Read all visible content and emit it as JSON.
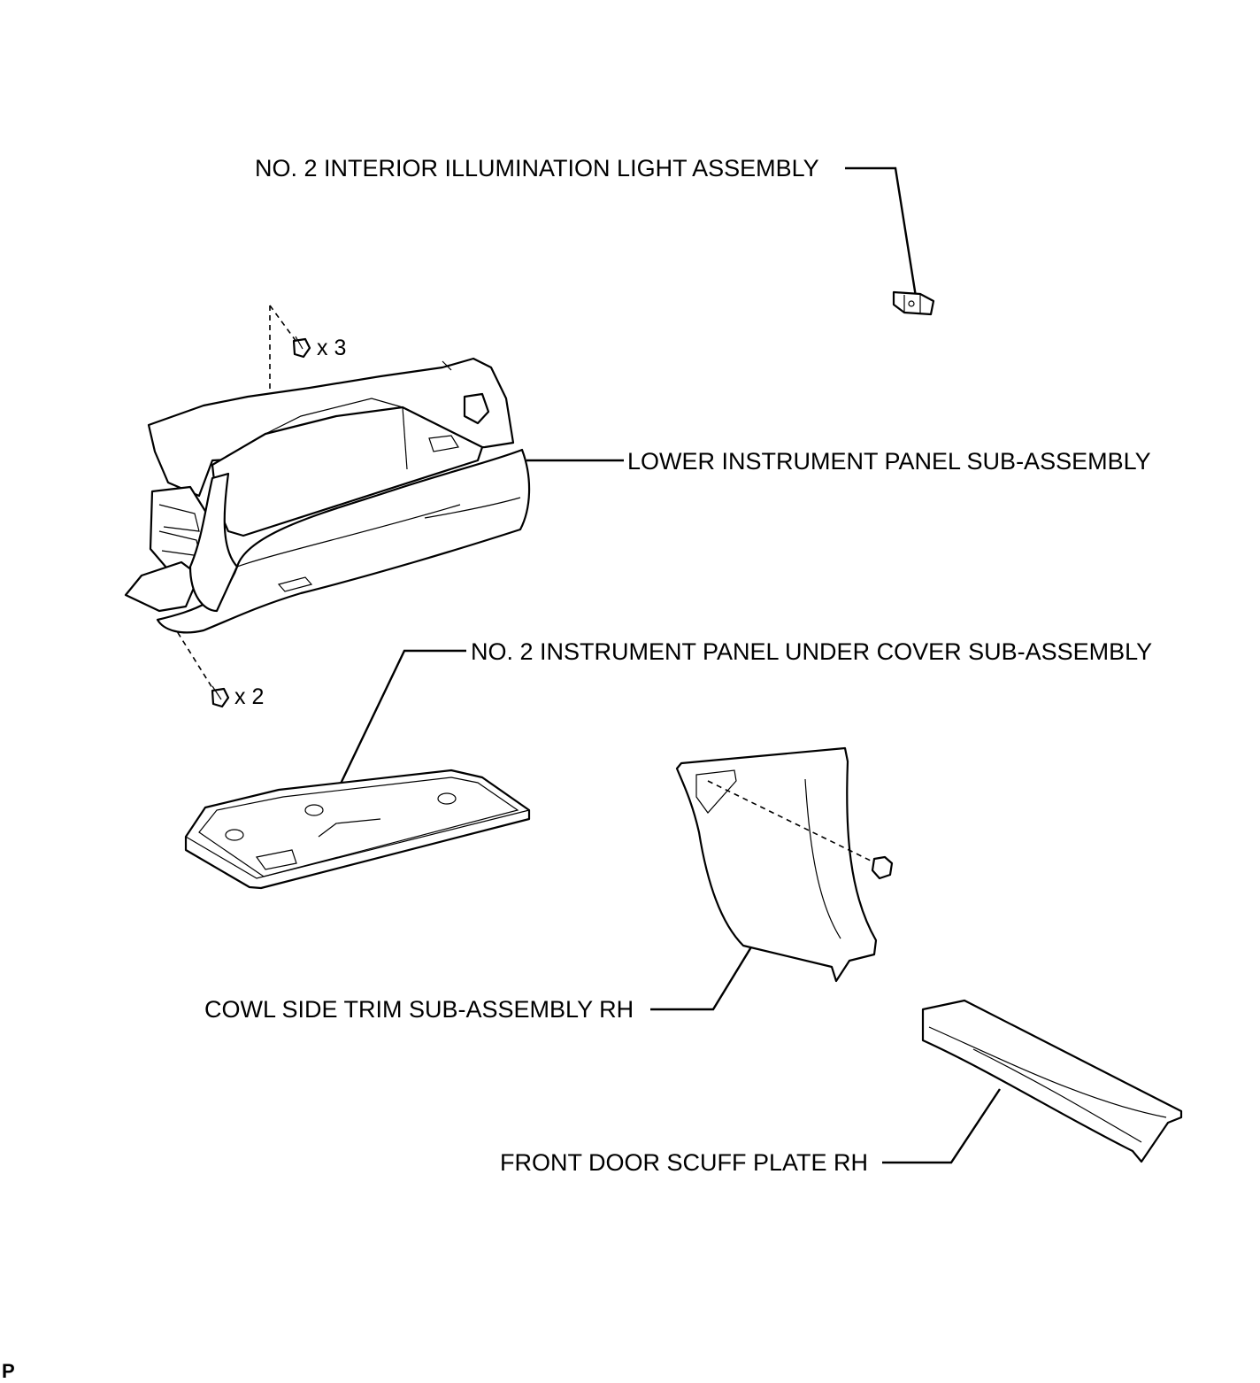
{
  "labels": {
    "light_assembly": "NO. 2 INTERIOR ILLUMINATION LIGHT ASSEMBLY",
    "lower_panel": "LOWER INSTRUMENT PANEL SUB-ASSEMBLY",
    "under_cover": "NO. 2 INSTRUMENT PANEL UNDER COVER SUB-ASSEMBLY",
    "cowl_trim": "COWL SIDE TRIM SUB-ASSEMBLY RH",
    "scuff_plate": "FRONT DOOR SCUFF PLATE RH"
  },
  "fasteners": {
    "upper_screws_qty": "x 3",
    "lower_screws_qty": "x 2"
  },
  "figure_code": "P",
  "colors": {
    "line": "#000000",
    "background": "#ffffff"
  }
}
